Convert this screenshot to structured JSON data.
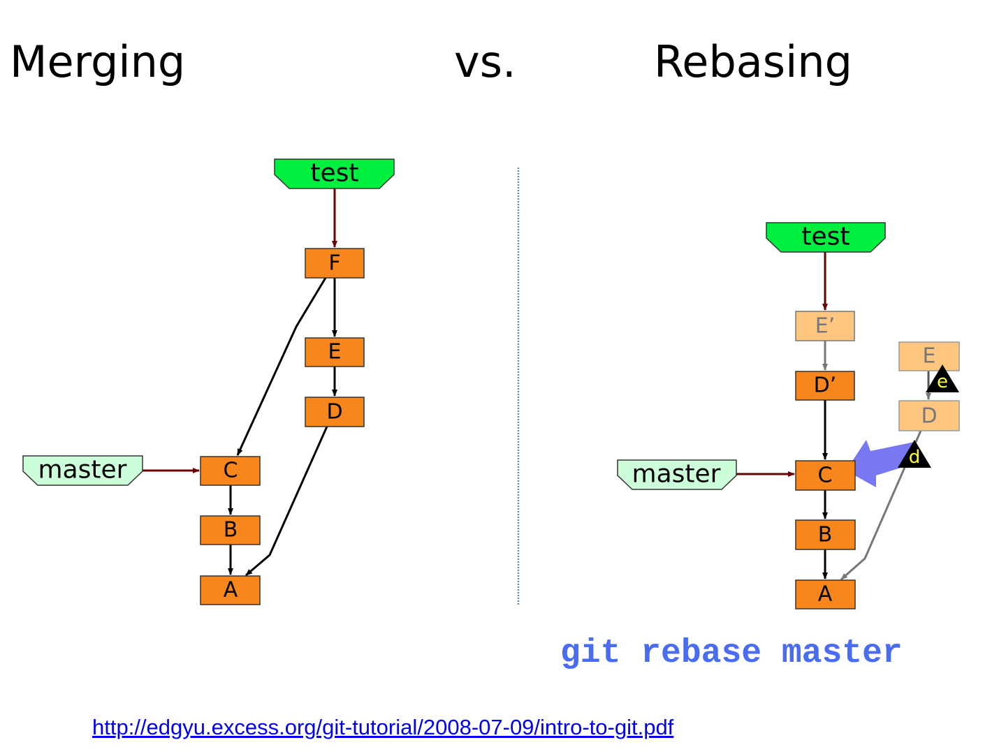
{
  "titles": {
    "left": "Merging",
    "middle": "vs.",
    "right": "Rebasing"
  },
  "merge_diagram": {
    "branch_test": "test",
    "branch_master": "master",
    "commits": {
      "F": "F",
      "E": "E",
      "D": "D",
      "C": "C",
      "B": "B",
      "A": "A"
    }
  },
  "rebase_diagram": {
    "branch_test": "test",
    "branch_master": "master",
    "commits": {
      "E_prime": "E’",
      "D_prime": "D’",
      "E_old": "E",
      "D_old": "D",
      "C": "C",
      "B": "B",
      "A": "A"
    },
    "markers": {
      "e": "e",
      "d": "d"
    }
  },
  "command": "git rebase master",
  "source_link": "http://edgyu.excess.org/git-tutorial/2008-07-09/intro-to-git.pdf",
  "colors": {
    "commit_fill": "#f7861c",
    "commit_faded_fill": "#ffc680",
    "branch_test_fill": "#00f040",
    "branch_master_fill": "#ccffd9",
    "ref_arrow": "#6b0000",
    "rebase_arrow": "#7878f0",
    "command": "#4a6cf0",
    "divider": "#6a8ab0"
  }
}
